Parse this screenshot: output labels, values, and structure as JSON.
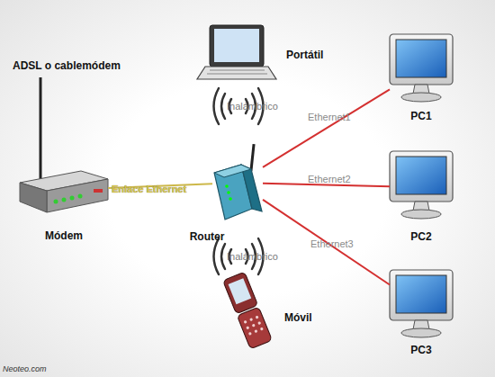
{
  "diagram": {
    "nodes": [
      {
        "text": [
          "Portátil"
        ]
      },
      {
        "text": [
          "PC1"
        ]
      },
      {
        "text": [
          "Módem"
        ]
      },
      {
        "text": [
          "Router"
        ]
      },
      {
        "text": [
          "PC2"
        ]
      },
      {
        "text": [
          "Móvil"
        ]
      },
      {
        "text": [
          "PC3"
        ]
      }
    ],
    "edges": [
      {
        "from": 2,
        "to": 3,
        "label": "Enlace Ethernet",
        "arrow": "none"
      },
      {
        "from": 3,
        "to": 1,
        "label": "Ethernet1",
        "arrow": "none"
      },
      {
        "from": 3,
        "to": 4,
        "label": "Ethernet2",
        "arrow": "none"
      },
      {
        "from": 3,
        "to": 6,
        "label": "Ethernet3",
        "arrow": "none"
      }
    ],
    "labels": [
      "ADSL o cablemódem",
      "Inalámbrico",
      "Inalámbrico",
      "Neoteo.com"
    ]
  }
}
